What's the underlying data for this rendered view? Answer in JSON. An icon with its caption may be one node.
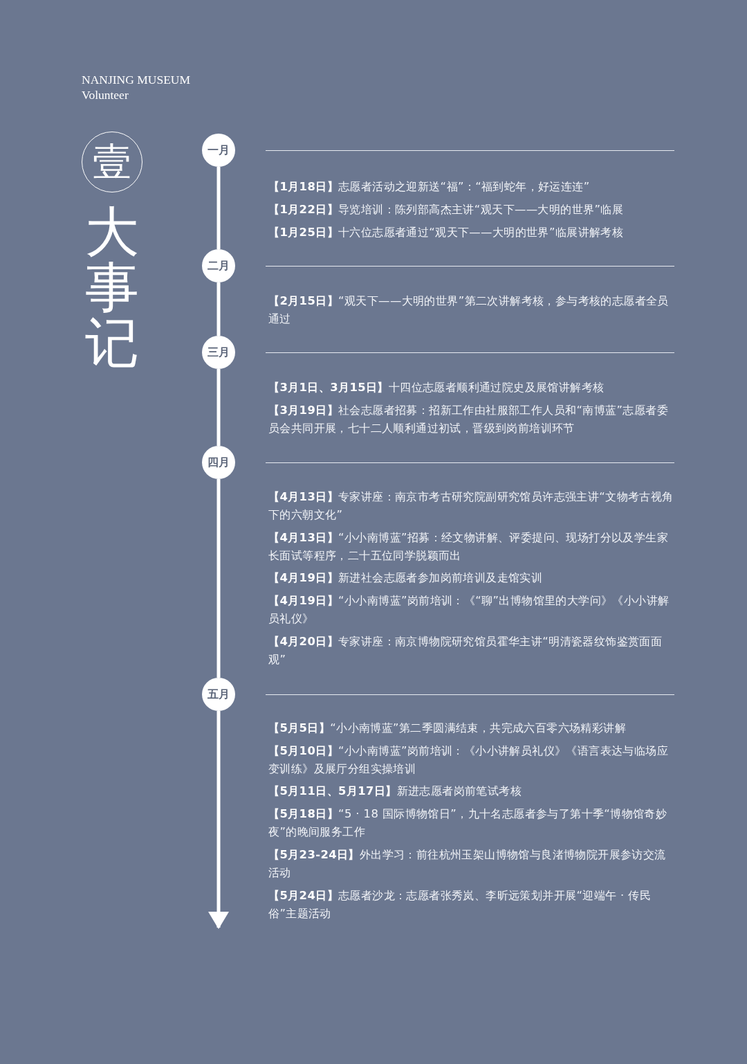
{
  "diagram": {
    "title": "大事记",
    "nodes": [
      {
        "text": [
          "壹"
        ]
      },
      {
        "text": [
          "一月"
        ]
      },
      {
        "text": [
          "二月"
        ]
      },
      {
        "text": [
          "三月"
        ]
      },
      {
        "text": [
          "四月"
        ]
      },
      {
        "text": [
          "五月"
        ]
      }
    ],
    "edges": [
      {
        "from": 1,
        "to": 2,
        "arrow": "none"
      },
      {
        "from": 2,
        "to": 3,
        "arrow": "none"
      },
      {
        "from": 3,
        "to": 4,
        "arrow": "none"
      },
      {
        "from": 4,
        "to": 5,
        "arrow": "none"
      },
      {
        "from": 5,
        "to": null,
        "arrow": "to"
      }
    ],
    "labels": [
      "NANJING MUSEUM",
      "Volunteer",
      "**【1月18日】**志愿者活动之迎新送“福”：“福到蛇年，好运连连”",
      "**【1月22日】**导览培训：陈列部高杰主讲“观天下——大明的世界”临展",
      "**【1月25日】**十六位志愿者通过“观天下——大明的世界”临展讲解考核",
      "**【2月15日】**“观天下——大明的世界”第二次讲解考核，参与考核的志愿者全员通过",
      "**【3月1日、3月15日】**十四位志愿者顺利通过院史及展馆讲解考核",
      "**【3月19日】**社会志愿者招募：招新工作由社服部工作人员和“南博蓝”志愿者委员会共同开展，七十二人顺利通过初试，晋级到岗前培训环节",
      "**【4月13日】**专家讲座：南京市考古研究院副研究馆员许志强主讲“文物考古视角下的六朝文化”",
      "**【4月13日】**“小小南博蓝”招募：经文物讲解、评委提问、现场打分以及学生家长面试等程序，二十五位同学脱颖而出",
      "**【4月19日】**新进社会志愿者参加岗前培训及走馆实训",
      "**【4月19日】**“小小南博蓝”岗前培训：《“聊”出博物馆里的大学问》《小小讲解员礼仪》",
      "**【4月20日】**专家讲座：南京博物院研究馆员霍华主讲“明清瓷器纹饰鉴赏面面观”",
      "**【5月5日】**“小小南博蓝”第二季圆满结束，共完成六百零六场精彩讲解",
      "**【5月10日】**“小小南博蓝”岗前培训：《小小讲解员礼仪》《语言表达与临场应变训练》及展厅分组实操培训",
      "**【5月11日、5月17日】**新进志愿者岗前笔试考核",
      "**【5月18日】**“5 · 18 国际博物馆日”，九十名志愿者参与了第十季“博物馆奇妙夜”的晚间服务工作",
      "**【5月23-24日】**外出学习：前往杭州玉架山博物馆与良渚博物院开展参访交流活动",
      "**【5月24日】**志愿者沙龙：志愿者张秀岚、李昕远策划并开展“迎端午 · 传民俗”主题活动"
    ]
  }
}
